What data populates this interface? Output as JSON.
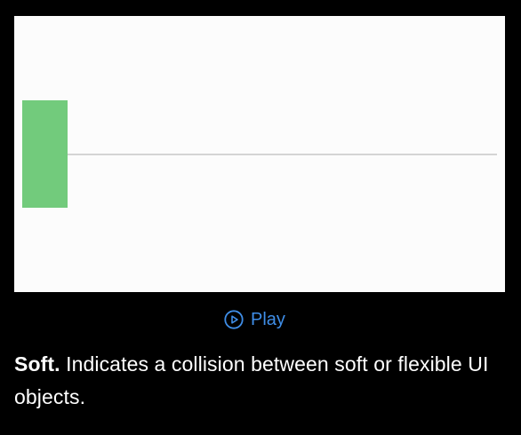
{
  "controls": {
    "play_label": "Play",
    "play_icon": "play-circle-icon",
    "accent_color": "#3f8ee8"
  },
  "animation": {
    "object_color": "#72cb7c",
    "track_color": "#d4d4d4",
    "background_color": "#fcfcfc"
  },
  "description": {
    "term": "Soft.",
    "text": " Indicates a collision between soft or flexible UI objects."
  }
}
